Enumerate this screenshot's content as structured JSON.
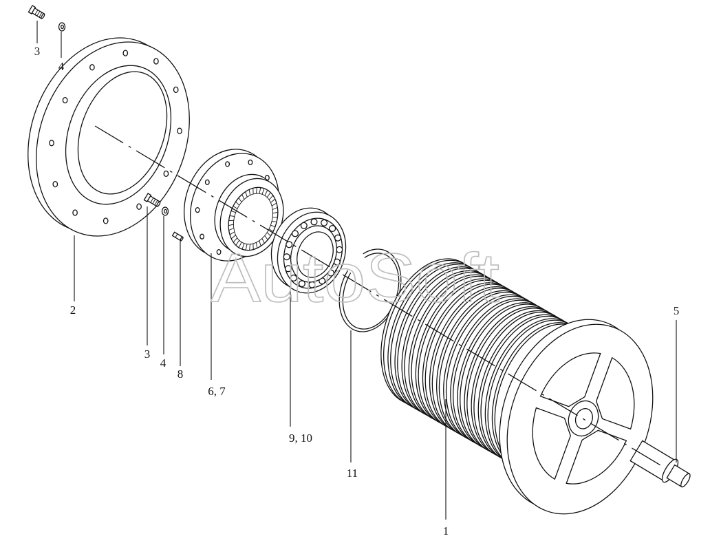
{
  "labels": {
    "bolt_top": "3",
    "washer_top": "4",
    "flange": "2",
    "bolt_mid": "3",
    "washer_mid": "4",
    "pin": "8",
    "gear_housing": "6, 7",
    "bearing": "9, 10",
    "snap_ring": "11",
    "drum": "1",
    "shaft": "5"
  },
  "watermark": "AutoSoft"
}
